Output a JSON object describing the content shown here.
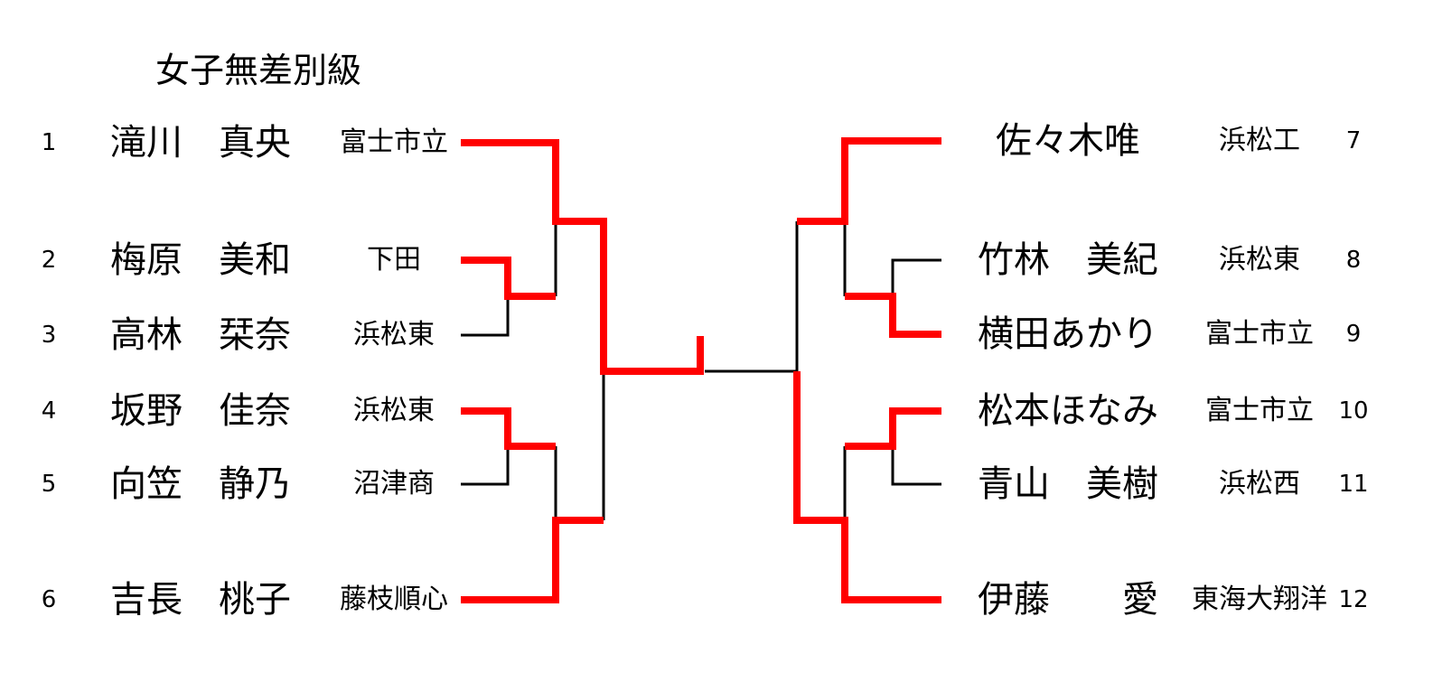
{
  "title": "女子無差別級",
  "left": [
    {
      "seed": "1",
      "name": "滝川　真央",
      "school": "富士市立"
    },
    {
      "seed": "2",
      "name": "梅原　美和",
      "school": "下田"
    },
    {
      "seed": "3",
      "name": "高林　栞奈",
      "school": "浜松東"
    },
    {
      "seed": "4",
      "name": "坂野　佳奈",
      "school": "浜松東"
    },
    {
      "seed": "5",
      "name": "向笠　静乃",
      "school": "沼津商"
    },
    {
      "seed": "6",
      "name": "吉長　桃子",
      "school": "藤枝順心"
    }
  ],
  "right": [
    {
      "seed": "7",
      "name": "佐々木唯",
      "school": "浜松工"
    },
    {
      "seed": "8",
      "name": "竹林　美紀",
      "school": "浜松東"
    },
    {
      "seed": "9",
      "name": "横田あかり",
      "school": "富士市立"
    },
    {
      "seed": "10",
      "name": "松本ほなみ",
      "school": "富士市立"
    },
    {
      "seed": "11",
      "name": "青山　美樹",
      "school": "浜松西"
    },
    {
      "seed": "12",
      "name": "伊藤　　愛",
      "school": "東海大翔洋"
    }
  ],
  "colors": {
    "winner_line": "#ff0000",
    "loser_line": "#000000"
  }
}
